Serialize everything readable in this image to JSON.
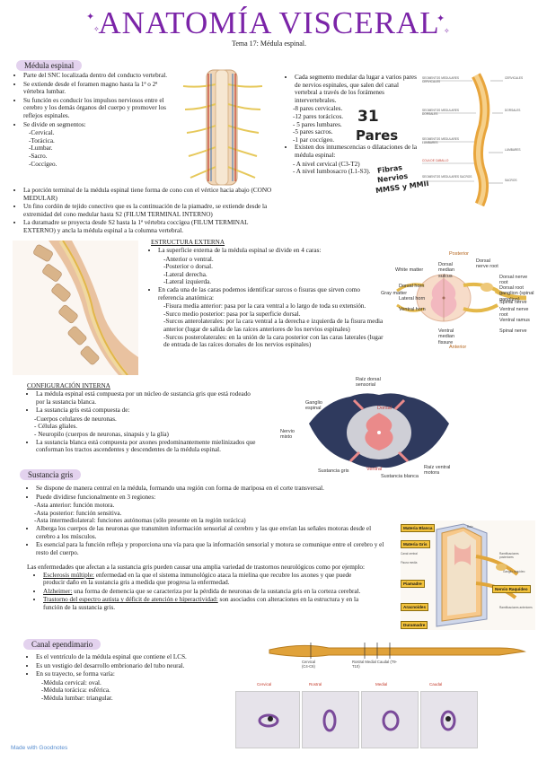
{
  "header": {
    "title": "ANATOMÍA VISCERAL",
    "subtitle": "Tema 17: Médula espinal."
  },
  "medula": {
    "heading": "Médula espinal",
    "intro": [
      "Parte del SNC localizada dentro del conducto vertebral.",
      "Se extiende desde el foramen magno hasta la 1ª o 2ª vértebra lumbar.",
      "Su función es conducir los impulsos nerviosos entre el cerebro y los demás órganos del cuerpo y promover los reflejos espinales.",
      "Se divide en segmentos:"
    ],
    "segments": [
      "-Cervical.",
      "-Torácica.",
      "-Lumbar.",
      "-Sacro.",
      "-Coccígeo."
    ],
    "nerves_item": "Cada segmento medular da lugar a varios pares de nervios espinales, que salen del canal vertebral a través de los forámenes intervertebrales.",
    "nerves": [
      "-8 pares cervicales.",
      "-12 pares torácicos.",
      "- 5 pares lumbares.",
      "-5 pares sacros.",
      "-1 par coccígeo."
    ],
    "swell_item": "Existen dos intumescencias o dilataciones de la médula espinal:",
    "swellings": [
      "- A nivel cervical (C3-T2)",
      "- A nivel lumbosacro (L1-S3)."
    ],
    "bottom": [
      "La porción terminal de la médula espinal tiene forma de cono con el vértice hacia abajo (CONO MEDULAR)",
      "Un fino cordón de tejido conectivo que es la continuación de la piamadre, se extiende desde la extremidad del cono medular hasta S2 (FILUM TERMINAL INTERNO)",
      "La duramadre se proyecta desde S2 hasta la 1ª vértebra coccígea (FILUM TERMINAL EXTERNO) y ancla la médula espinal a la columna vertebral."
    ]
  },
  "handwriting": {
    "n31": "31",
    "pares": "Pares",
    "fibras1": "Fibras",
    "fibras2": "Nervios",
    "fibras3": "MMSS y MMII"
  },
  "spine_labels": {
    "labels": [
      "SEGMENTOS MEDULARES CERVICALES",
      "SEGMENTOS MEDULARES DORSALES",
      "SEGMENTOS MEDULARES LUMBARES",
      "SEGMENTOS MEDULARES SACROS",
      "COLA DE CABALLO"
    ],
    "right": [
      "CERVICALES",
      "DORSALES",
      "LUMBARES",
      "SACROS"
    ]
  },
  "externa": {
    "heading": "ESTRUCTURA EXTERNA",
    "p1": "La superficie externa de la médula espinal se divide en 4 caras:",
    "faces": [
      "-Anterior o ventral.",
      "-Posterior o dorsal.",
      "-Lateral derecha.",
      "-Lateral izquierda."
    ],
    "p2": "En cada una de las caras podemos identificar surcos o fisuras que sirven como referencia anatómica:",
    "s1": "-Fisura media anterior: pasa por la cara ventral a lo largo de toda su extensión.",
    "s2": "-Surco medio posterior: pasa por la superficie dorsal.",
    "s3": "-Surcos anterolaterales: por la cara ventral a la derecha e izquierda de la fisura media anterior (lugar de salida de las raíces anteriores de los nervios espinales)",
    "s4": "-Surcos posterolaterales: en la unión de la cara posterior con las caras laterales (lugar de entrada de las raíces dorsales de los nervios espinales)"
  },
  "cross": {
    "posterior": "Posterior",
    "anterior": "Anterior",
    "dmsulcus": "Dorsal median sulcus",
    "dnroot": "Dorsal nerve root",
    "white": "White matter",
    "gray": "Gray matter",
    "dhorn": "Dorsal horn",
    "lhorn": "Lateral horn",
    "vhorn": "Ventral horn",
    "vfiss": "Ventral median fissure",
    "dnroot2": "Dorsal nerve root",
    "ganglion": "Dorsal root ganglion (spinal ganglion)",
    "spnerve": "Spinal nerve",
    "vnroot": "Ventral nerve root",
    "vramus": "Ventral ramus",
    "snerve2": "Spinal nerve"
  },
  "interna": {
    "heading": "CONFIGURACIÓN INTERNA",
    "p1": "La médula espinal está compuesta por un núcleo de sustancia gris que está rodeado por la sustancia blanca.",
    "p2": "La sustancia gris está compuesta de:",
    "gris": [
      "-Cuerpos celulares de neuronas.",
      "- Células gliales.",
      "- Neuropilo (cuerpos de neuronas, sinapsis y la glía)"
    ],
    "p3": "La sustancia blanca está compuesta por axones predominantemente mielinizados que conforman los tractos ascendentes y descendentes de la médula espinal."
  },
  "diag2": {
    "raiz_dorsal": "Raíz dorsal sensorial",
    "ganglio": "Ganglio espinal",
    "nervio": "Nervio mixto",
    "dorsal": "Dorsal",
    "ventral": "Ventral",
    "sgris": "Sustancia gris",
    "sblanca": "Sustancia blanca",
    "raiz_ventral": "Raíz ventral motora"
  },
  "gris": {
    "heading": "Sustancia gris",
    "b1": "Se dispone de manera central en la médula, formando una región con forma de mariposa en el corte transversal.",
    "b2": "Puede dividirse funcionalmente en 3 regiones:",
    "regions": [
      "-Asta anterior: función motora.",
      "-Asta posterior: función sensitiva.",
      "-Asta intermediolateral: funciones autónomas (sólo presente en la región torácica)"
    ],
    "b3": "Alberga los cuerpos de las neuronas que transmiten información sensorial al cerebro y las que envían las señales motoras desde el cerebro a los músculos.",
    "b4": "Es esencial para la función refleja y proporciona una vía para que la información sensorial y motora se comunique entre el cerebro y el resto del cuerpo.",
    "diseases_intro": "Las enfermedades que afectan a la sustancia gris pueden causar una amplia variedad de trastornos neurológicos como por ejemplo:",
    "d1_term": "Esclerosis múltiple:",
    "d1": " enfermedad en la que el sistema inmunológico ataca la mielina que recubre los axones y que puede producir daño en la sustancia gris a medida que progresa la enfermedad.",
    "d2_term": "Alzheimer:",
    "d2": " una forma de demencia que se caracteriza por la pérdida de neuronas de la sustancia gris en la corteza cerebral.",
    "d3_term": "Trastorno del espectro autista y déficit de atención e hiperactividad:",
    "d3": " son asociados con alteraciones en la estructura y en la función de la sustancia gris."
  },
  "meninges": {
    "labels": [
      "Materia Blanca",
      "Materia Gris",
      "Piamadre",
      "Aracnoides",
      "Duramadre",
      "Nervio Raquídeo"
    ],
    "small": [
      "Canal central",
      "Fisura media",
      "Ramificaciones posteriores",
      "Ganglio raquídeo",
      "Ramificaciones anteriores",
      "Raíz"
    ]
  },
  "canal": {
    "heading": "Canal ependimario",
    "items": [
      "Es el ventrículo de la médula espinal que contiene el LCS.",
      "Es un vestigio del desarrollo embrionario del tubo neural.",
      "En su trayecto, se forma varía:"
    ],
    "forms": [
      "-Médula cervical: oval.",
      "-Médula torácica: esférica.",
      "-Médula lumbar: triangular."
    ],
    "bar_labels": [
      "Cervical (C4-C6)",
      "Rostral Medial Caudal (T9-T10)"
    ],
    "micro": [
      "Cervical",
      "Rostral",
      "Medial",
      "Caudal"
    ]
  },
  "footer": {
    "brand": "Made with Goodnotes"
  }
}
